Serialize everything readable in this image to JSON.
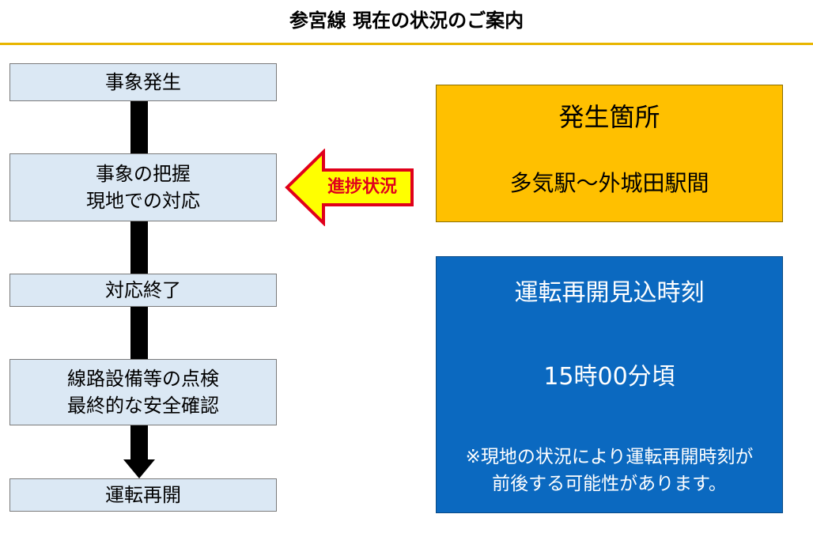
{
  "header": {
    "title": "参宮線 現在の状況のご案内"
  },
  "flow": {
    "steps": [
      {
        "lines": [
          "事象発生"
        ]
      },
      {
        "lines": [
          "事象の把握",
          "現地での対応"
        ]
      },
      {
        "lines": [
          "対応終了"
        ]
      },
      {
        "lines": [
          "線路設備等の点検",
          "最終的な安全確認"
        ]
      },
      {
        "lines": [
          "運転再開"
        ]
      }
    ],
    "progress_label": "進捗状況",
    "arrow_fill": "#ffff00",
    "arrow_stroke": "#e0001b"
  },
  "location": {
    "title": "発生箇所",
    "value": "多気駅～外城田駅間",
    "color": "#ffc000"
  },
  "resume": {
    "title": "運転再開見込時刻",
    "time": "15時00分頃",
    "note_lines": [
      "※現地の状況により運転再開時刻が",
      "前後する可能性があります。"
    ],
    "color": "#0b69c0"
  }
}
